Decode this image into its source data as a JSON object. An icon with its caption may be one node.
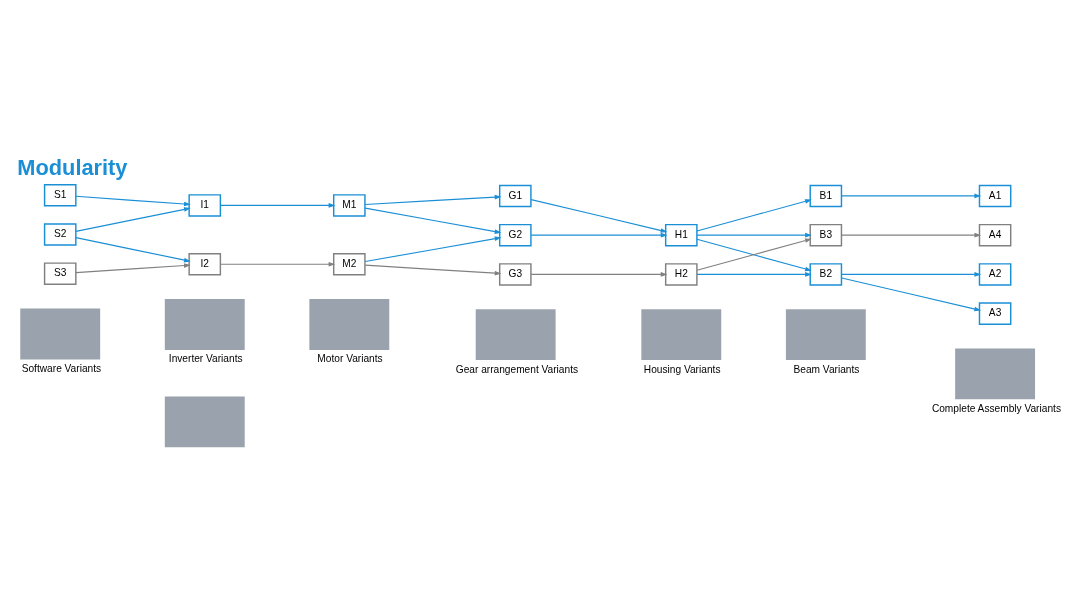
{
  "diagram": {
    "title": "Modularity",
    "nodes": [
      {
        "text": [],
        "shape": "box",
        "beside": [
          "Software Variants"
        ]
      },
      {
        "text": [],
        "shape": "box"
      },
      {
        "text": [],
        "shape": "box",
        "beside": [
          "Inverter Variants"
        ]
      },
      {
        "text": [],
        "shape": "box",
        "beside": [
          "Motor Variants"
        ]
      },
      {
        "text": [],
        "shape": "box",
        "beside": [
          "Gear arrangement Variants"
        ]
      },
      {
        "text": [],
        "shape": "box",
        "beside": [
          "Housing Variants"
        ]
      },
      {
        "text": [],
        "shape": "box",
        "beside": [
          "Beam Variants"
        ]
      },
      {
        "text": [],
        "shape": "box",
        "beside": [
          "Complete Assembly Variants"
        ]
      },
      {
        "text": [
          "S1"
        ]
      },
      {
        "text": [
          "S2"
        ]
      },
      {
        "text": [
          "S3"
        ]
      },
      {
        "text": [
          "I1"
        ]
      },
      {
        "text": [
          "I2"
        ]
      },
      {
        "text": [
          "M1"
        ]
      },
      {
        "text": [
          "M2"
        ]
      },
      {
        "text": [
          "G1"
        ]
      },
      {
        "text": [
          "G2"
        ]
      },
      {
        "text": [
          "G3"
        ]
      },
      {
        "text": [
          "H1"
        ]
      },
      {
        "text": [
          "H2"
        ]
      },
      {
        "text": [
          "B1"
        ]
      },
      {
        "text": [
          "B2"
        ]
      },
      {
        "text": [
          "B3"
        ]
      },
      {
        "text": [
          "A1"
        ]
      },
      {
        "text": [
          "A2"
        ]
      },
      {
        "text": [
          "A3"
        ]
      },
      {
        "text": [
          "A4"
        ]
      }
    ],
    "edges": [
      {
        "from": 8,
        "to": 11,
        "arrow": "to"
      },
      {
        "from": 9,
        "to": 11,
        "arrow": "to"
      },
      {
        "from": 9,
        "to": 12,
        "arrow": "to"
      },
      {
        "from": 10,
        "to": 12,
        "arrow": "to",
        "color": "#808080"
      },
      {
        "from": 11,
        "to": 13,
        "arrow": "to"
      },
      {
        "from": 12,
        "to": 14,
        "arrow": "to",
        "color": "#808080"
      },
      {
        "from": 13,
        "to": 15,
        "arrow": "to"
      },
      {
        "from": 13,
        "to": 16,
        "arrow": "to"
      },
      {
        "from": 14,
        "to": 16,
        "arrow": "to"
      },
      {
        "from": 14,
        "to": 17,
        "arrow": "to",
        "color": "#808080"
      },
      {
        "from": 15,
        "to": 18,
        "arrow": "to"
      },
      {
        "from": 16,
        "to": 18,
        "arrow": "to"
      },
      {
        "from": 17,
        "to": 19,
        "arrow": "to",
        "color": "#808080"
      },
      {
        "from": 18,
        "to": 20,
        "arrow": "to"
      },
      {
        "from": 18,
        "to": 21,
        "arrow": "to"
      },
      {
        "from": 18,
        "to": 22,
        "arrow": "to"
      },
      {
        "from": 19,
        "to": 21,
        "arrow": "to"
      },
      {
        "from": 19,
        "to": 22,
        "arrow": "to",
        "color": "#808080"
      },
      {
        "from": 20,
        "to": 23,
        "arrow": "to"
      },
      {
        "from": 21,
        "to": 24,
        "arrow": "to"
      },
      {
        "from": 21,
        "to": 25,
        "arrow": "to"
      },
      {
        "from": 22,
        "to": 26,
        "arrow": "to",
        "color": "#808080"
      }
    ]
  }
}
